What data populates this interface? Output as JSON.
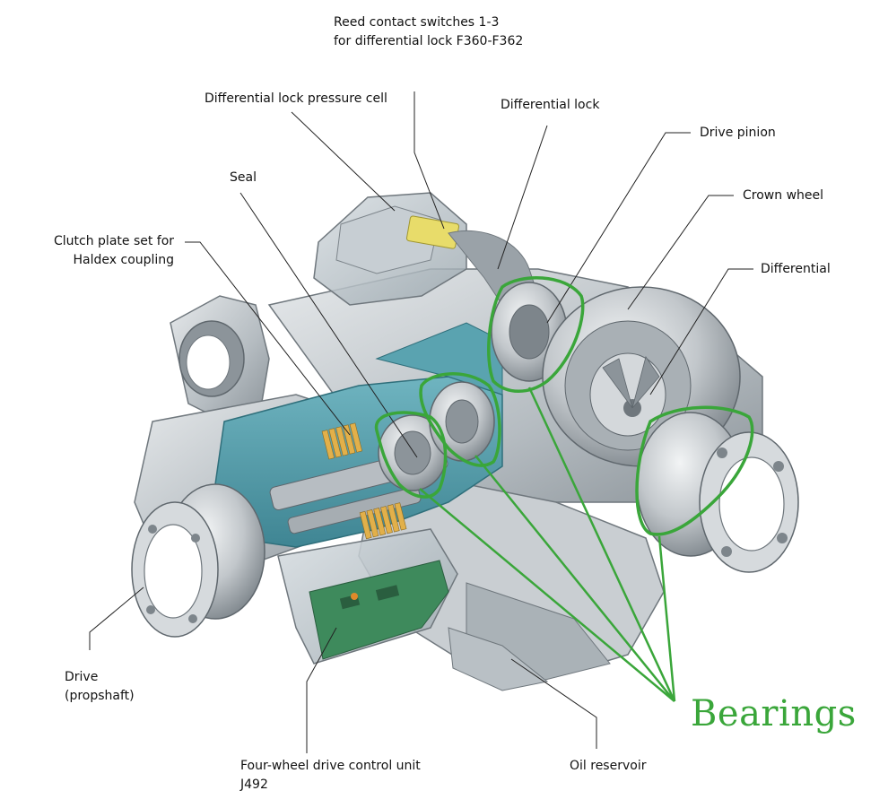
{
  "labels": {
    "reed_switches": [
      "Reed contact switches 1-3",
      "for differential lock F360-F362"
    ],
    "pressure_cell": "Differential lock pressure cell",
    "differential_lock": "Differential lock",
    "drive_pinion": "Drive pinion",
    "crown_wheel": "Crown wheel",
    "differential": "Differential",
    "seal": "Seal",
    "clutch_plate": [
      "Clutch plate set for",
      "Haldex coupling"
    ],
    "drive": [
      "Drive",
      "(propshaft)"
    ],
    "control_unit": [
      "Four-wheel drive control unit",
      "J492"
    ],
    "oil_reservoir": "Oil reservoir",
    "bearings": "Bearings"
  },
  "colors": {
    "highlight": "#3aa63a",
    "housing_cut": "#5aa3b0",
    "metal": "#c4c8cc",
    "clutch_plates": "#e2b04a",
    "sensor": "#e8dc6a",
    "pcb": "#3e8a5c",
    "leader": "#222222"
  }
}
